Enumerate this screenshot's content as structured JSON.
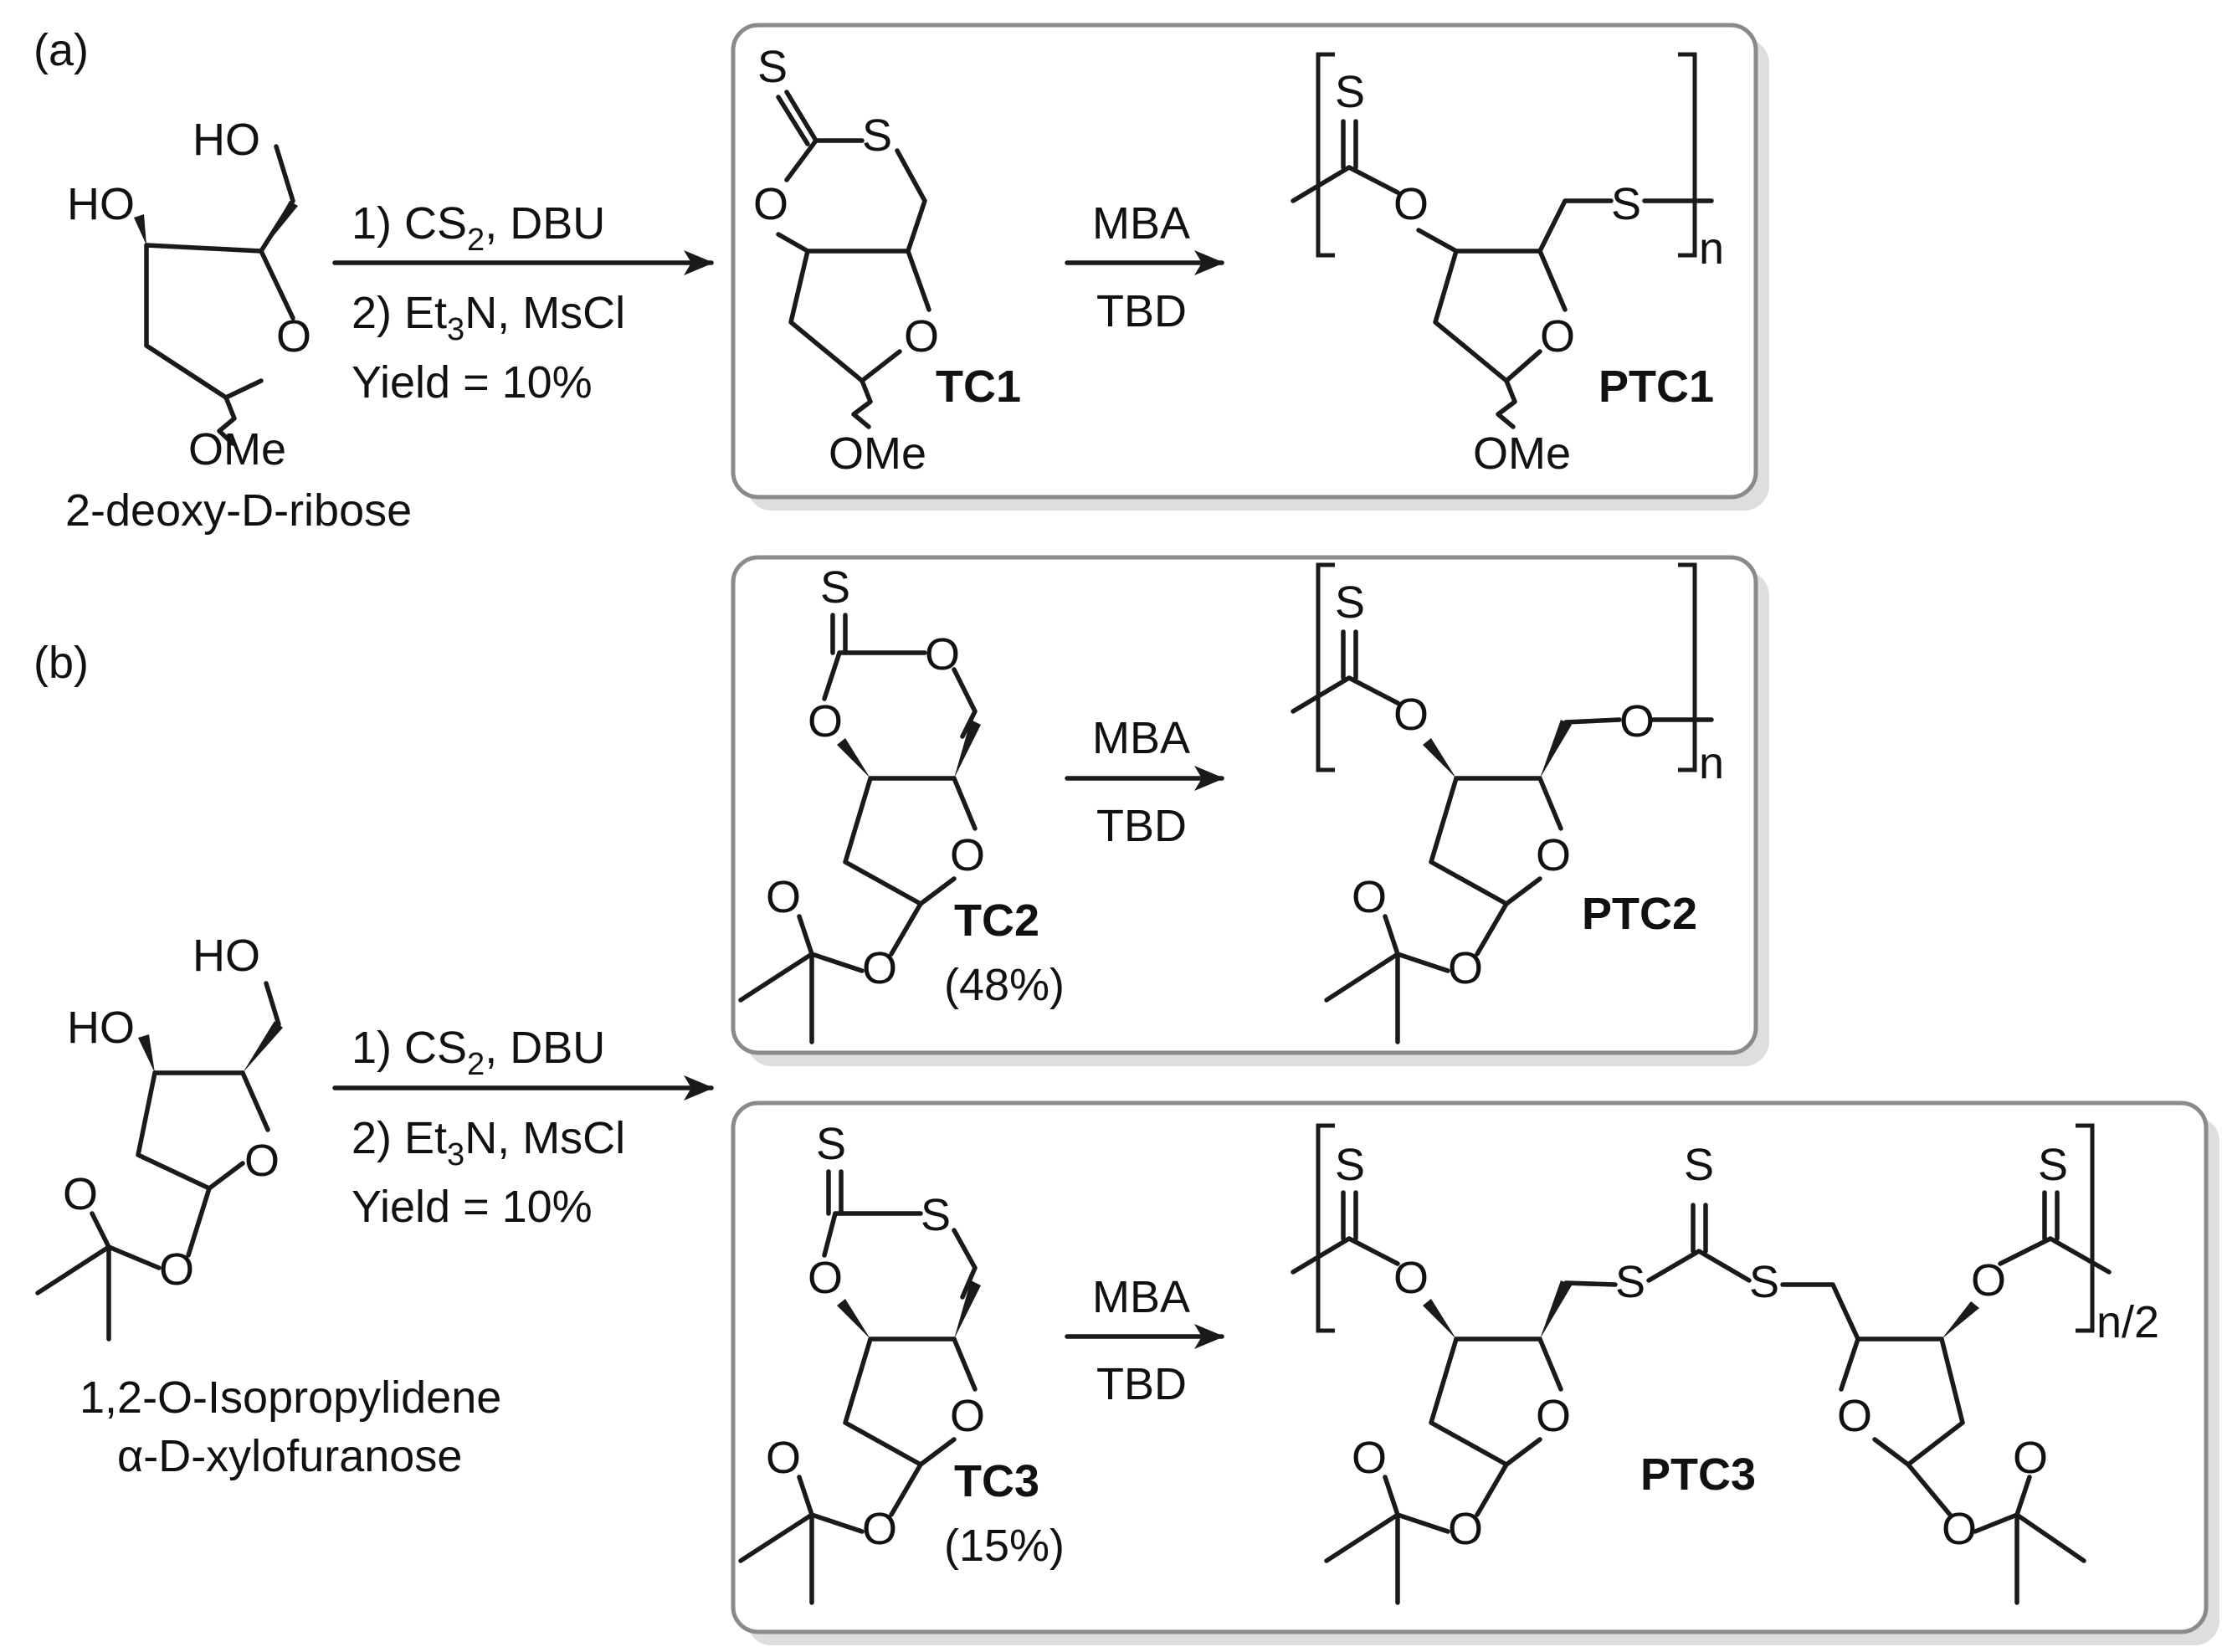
{
  "panels": {
    "a": "(a)",
    "b": "(b)"
  },
  "starting_materials": {
    "a": "2-deoxy-D-ribose",
    "b_line1": "1,2-O-Isopropylidene",
    "b_line2": "α-D-xylofuranose"
  },
  "conditions": {
    "step1_prefix": "1) CS",
    "step1_sub": "2",
    "step1_suffix": ", DBU",
    "step2_prefix": "2) Et",
    "step2_sub": "3",
    "step2_suffix": "N, MsCl",
    "yield_a": "Yield = 10%",
    "yield_b": "Yield = 10%",
    "catalyst_top": "MBA",
    "catalyst_bottom": "TBD"
  },
  "monomers": {
    "tc1": "TC1",
    "tc2": "TC2",
    "tc3": "TC3",
    "tc2_yield": "(48%)",
    "tc3_yield": "(15%)"
  },
  "polymers": {
    "ptc1": "PTC1",
    "ptc2": "PTC2",
    "ptc3": "PTC3",
    "n": "n",
    "n_half": "n/2"
  },
  "atoms": {
    "S": "S",
    "O": "O",
    "HO": "HO",
    "OMe": "OMe"
  }
}
